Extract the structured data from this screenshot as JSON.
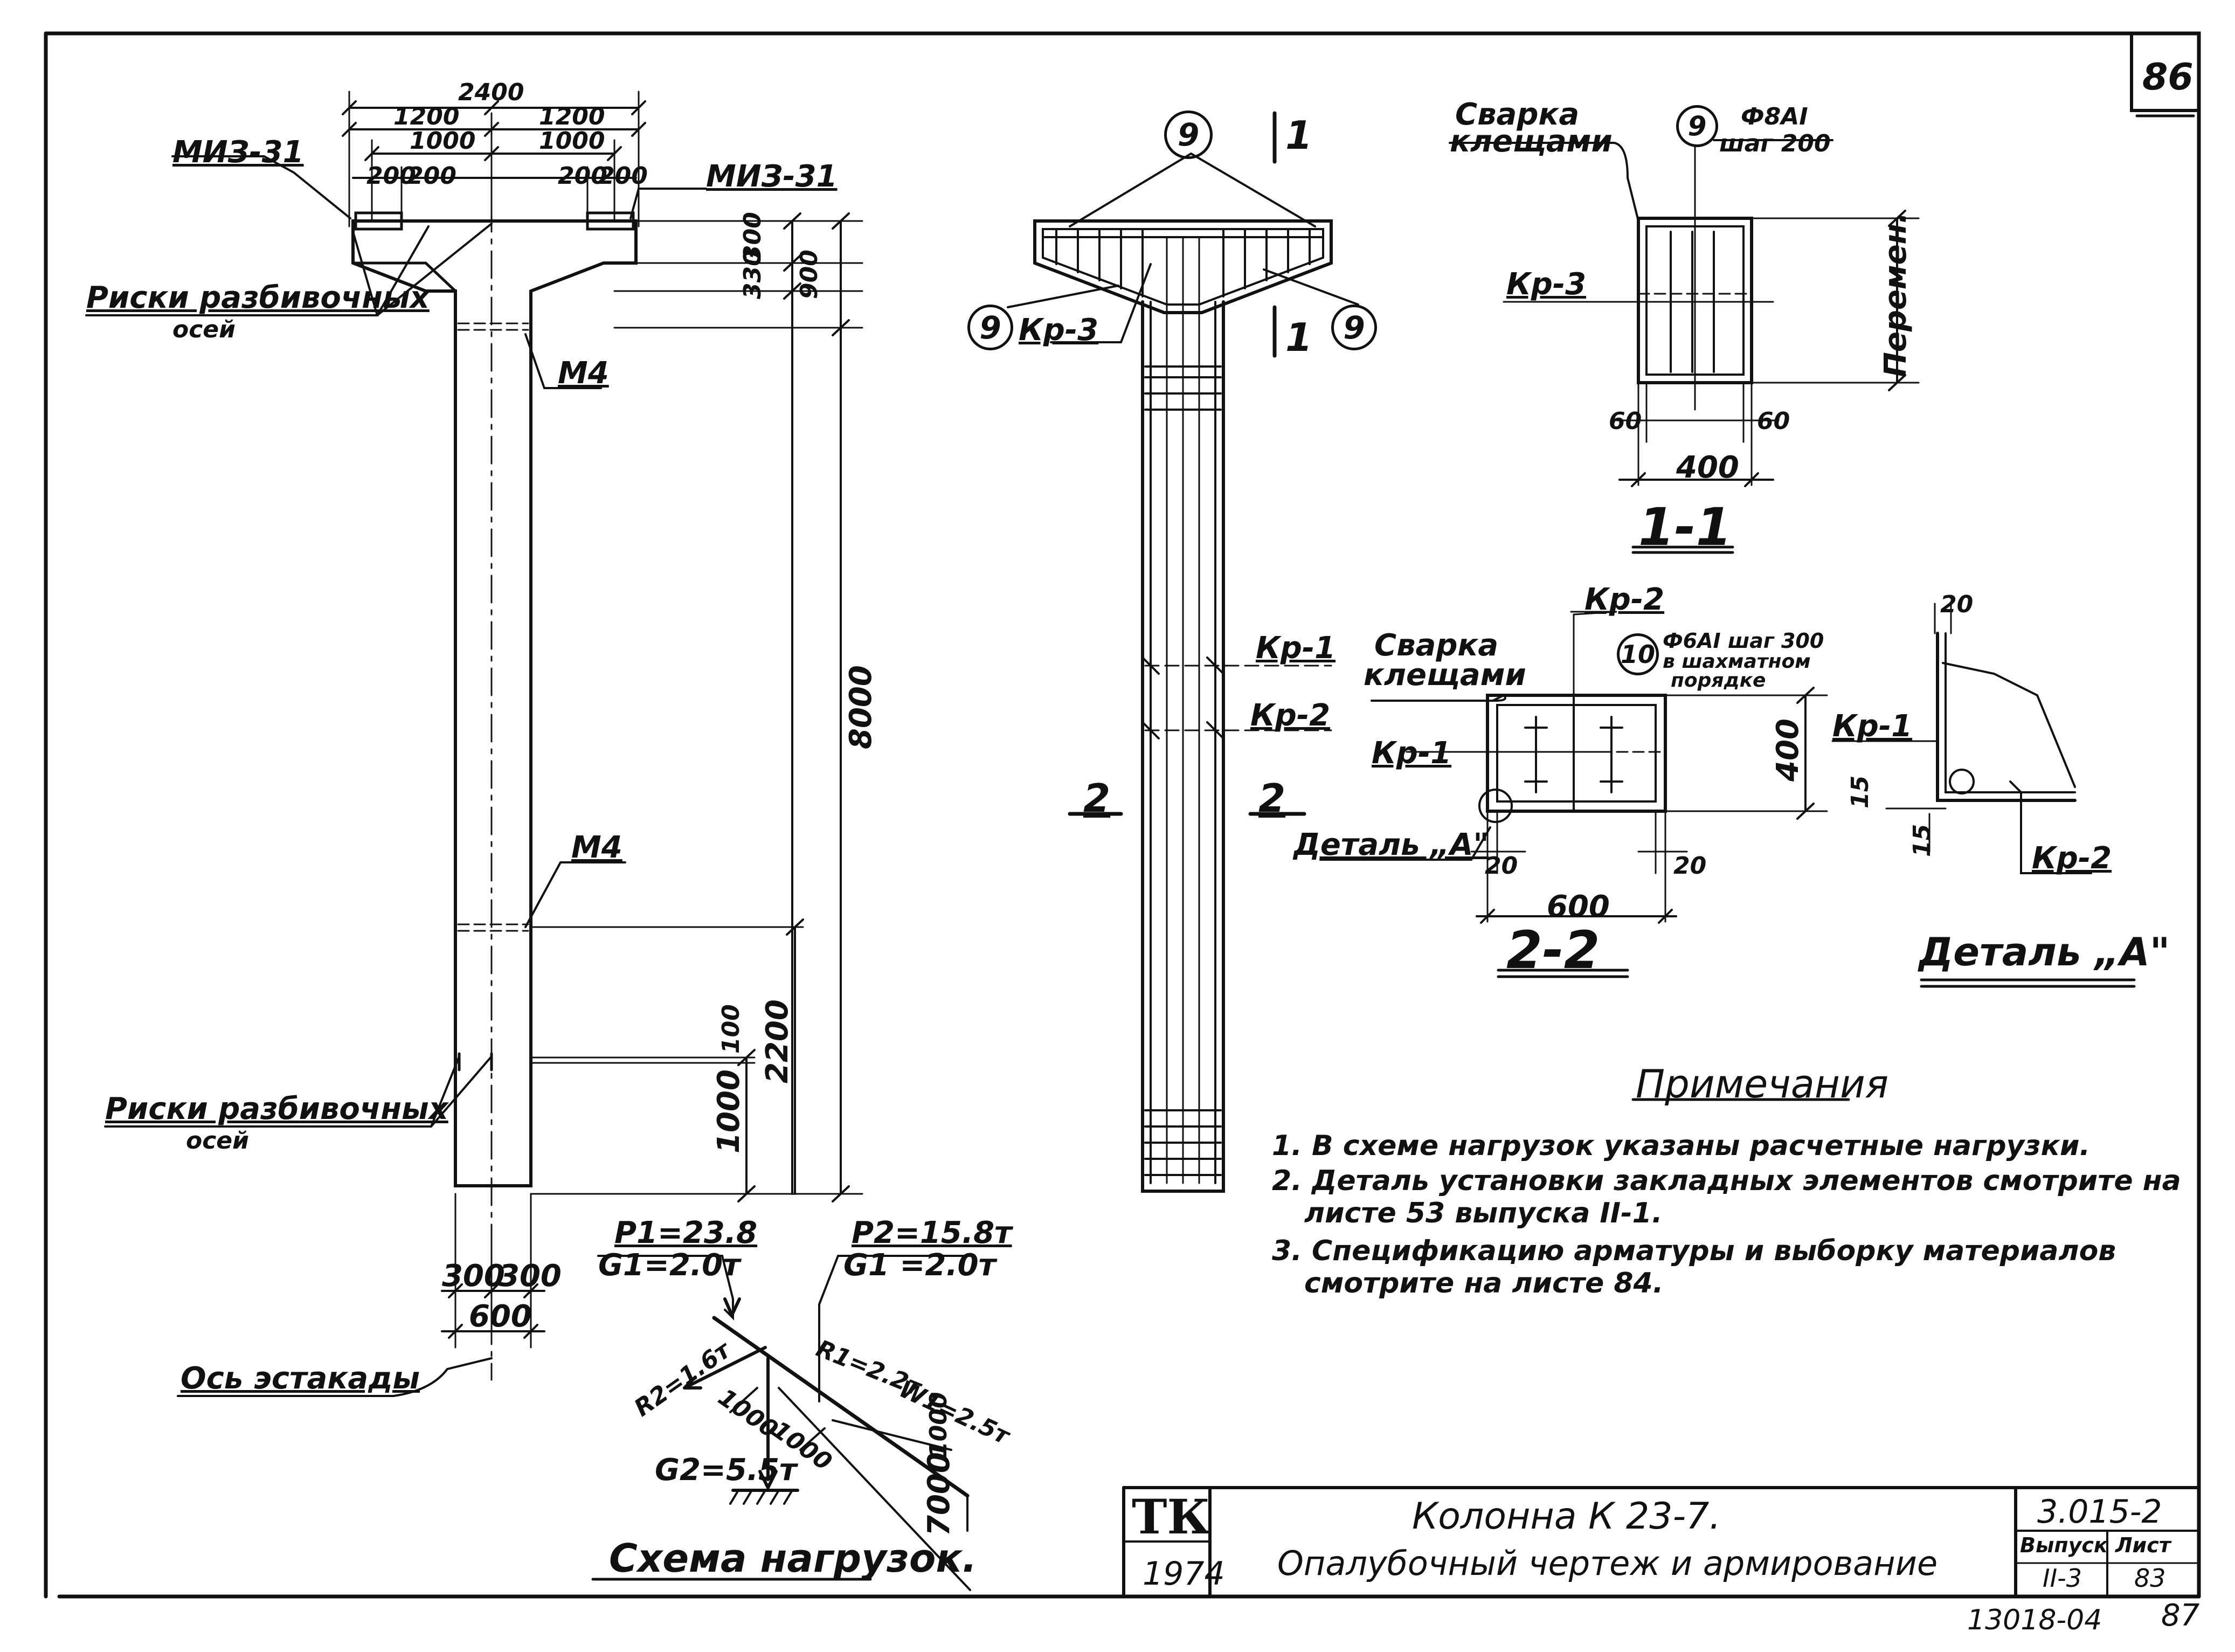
{
  "sheet_number_top": "86",
  "elevation": {
    "dim_total": "2400",
    "dim_half_left": "1200",
    "dim_half_right": "1200",
    "dim_1000_left": "1000",
    "dim_1000_right": "1000",
    "dim_200_a": "200",
    "dim_200_b": "200",
    "dim_200_c": "200",
    "dim_200_d": "200",
    "mark_miz_left": "МИЗ-31",
    "mark_miz_right": "МИЗ-31",
    "dim_300": "300",
    "dim_330": "330",
    "dim_900": "900",
    "dim_8000": "8000",
    "dim_2200": "2200",
    "dim_100": "100",
    "dim_1000_bottom": "1000",
    "risk_label_top_1": "Риски разбивочных",
    "risk_label_top_2": "осей",
    "risk_label_bottom_1": "Риски разбивочных",
    "risk_label_bottom_2": "осей",
    "mark_m4_top": "М4",
    "mark_m4_bottom": "М4",
    "dim_300_l": "300",
    "dim_300_r": "300",
    "dim_600": "600",
    "axis_label": "Ось эстакады"
  },
  "reinforcement": {
    "pos_9_top": "9",
    "pos_9_left": "9",
    "pos_9_right": "9",
    "kr3_label": "Кр-3",
    "section_mark_top_1": "1",
    "section_mark_top_2": "1",
    "kr1_label": "Кр-1",
    "kr2_label": "Кр-2",
    "section_2_left": "2",
    "section_2_right": "2"
  },
  "section_1_1": {
    "weld_label_1": "Сварка",
    "weld_label_2": "клещами",
    "pos_9": "9",
    "bar_spec_1": "Ф8АI",
    "bar_spec_2": "шаг 200",
    "kr3_label": "Кр-3",
    "variable_label": "Перемен.",
    "dim_60_l": "60",
    "dim_60_r": "60",
    "dim_400": "400",
    "title": "1-1"
  },
  "section_2_2": {
    "kr2_label": "Кр-2",
    "weld_label_1": "Сварка",
    "weld_label_2": "клещами",
    "pos_10": "10",
    "bar_spec_1": "Ф6АI шаг 300",
    "bar_spec_2": "в шахматном",
    "bar_spec_3": "порядке",
    "kr1_label": "Кр-1",
    "detail_label": "Деталь „А\"",
    "dim_400": "400",
    "dim_20_l": "20",
    "dim_20_r": "20",
    "dim_600": "600",
    "title": "2-2"
  },
  "detail_a": {
    "dim_20": "20",
    "kr1_label": "Кр-1",
    "dim_15_a": "15",
    "dim_15_b": "15",
    "kr2_label": "Кр-2",
    "title": "Деталь „А\""
  },
  "notes": {
    "heading": "Примечания",
    "line_1": "1. В схеме нагрузок указаны расчетные нагрузки.",
    "line_2": "2. Деталь установки закладных элементов смотрите на",
    "line_2b": "листе        53     выпуска  II-1.",
    "line_3": "3. Спецификацию арматуры   и выборку материалов",
    "line_3b": "смотрите    на   листе    84."
  },
  "load_scheme": {
    "p1": "P1=23.8",
    "g1_left": "G1=2.0т",
    "p2": "P2=15.8т",
    "g1_right": "G1 =2.0т",
    "r2": "R2=1.6т",
    "r1": "R1=2.2т",
    "w1": "W1=2.5т",
    "dim_1000_a": "1000",
    "dim_1000_b": "1000",
    "dim_1000_c": "1000",
    "g2": "G2=5.5т",
    "dim_7000": "7000",
    "title": "Схема нагрузок."
  },
  "title_block": {
    "logo": "ТК",
    "year": "1974",
    "title_line_1": "Колонна  К 23-7.",
    "title_line_2": "Опалубочный   чертеж  и  армирование",
    "doc_code": "3.015-2",
    "issue_label": "Выпуск",
    "issue_value": "II-3",
    "sheet_label": "Лист",
    "sheet_value": "83",
    "footer_code": "13018-04",
    "footer_page": "87"
  }
}
